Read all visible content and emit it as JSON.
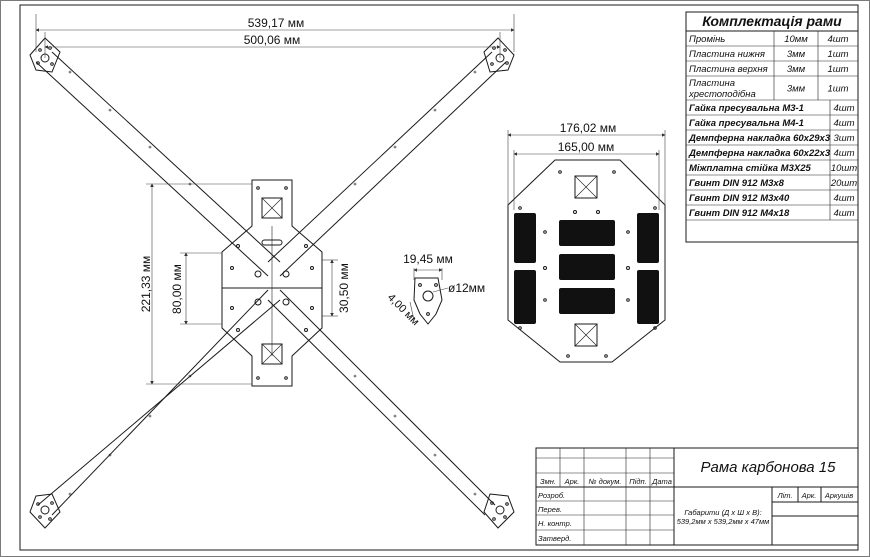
{
  "drawing": {
    "title": "Рама карбонова 15",
    "gabarity": [
      "Габарити (Д х Ш х В):",
      "539,2мм х 539,2мм х 47мм"
    ],
    "dimensions": {
      "outer_width": "539,17 мм",
      "inner_width": "500,06 мм",
      "frame_height": "221,33 мм",
      "center_height": "80,00 мм",
      "small_height": "30,50 мм",
      "plate_outer": "176,02 мм",
      "plate_inner": "165,00 мм",
      "part_width": "19,45 мм",
      "part_hole": "ø12мм",
      "part_angle": "4,00 мм"
    }
  },
  "kit_table": {
    "title": "Комплектація рами",
    "rows": [
      {
        "name": "Промінь",
        "size": "10мм",
        "qty": "4шт"
      },
      {
        "name": "Пластина нижня",
        "size": "3мм",
        "qty": "1шт"
      },
      {
        "name": "Пластина верхня",
        "size": "3мм",
        "qty": "1шт"
      },
      {
        "name": "Пластина хрестоподібна",
        "size": "3мм",
        "qty": "1шт"
      },
      {
        "name": "Гайка пресувальна М3-1",
        "size": "",
        "qty": "4шт"
      },
      {
        "name": "Гайка пресувальна М4-1",
        "size": "",
        "qty": "4шт"
      },
      {
        "name": "Демпферна накладка 60х29х3",
        "size": "",
        "qty": "3шт"
      },
      {
        "name": "Демпферна накладка 60х22х3",
        "size": "",
        "qty": "4шт"
      },
      {
        "name": "Міжплатна стійка М3Х25",
        "size": "",
        "qty": "10шт"
      },
      {
        "name": "Гвинт DIN 912 М3х8",
        "size": "",
        "qty": "20шт"
      },
      {
        "name": "Гвинт DIN 912 М3х40",
        "size": "",
        "qty": "4шт"
      },
      {
        "name": "Гвинт DIN 912 М4х18",
        "size": "",
        "qty": "4шт"
      }
    ]
  },
  "title_block": {
    "headers": [
      "Змн.",
      "Арк.",
      "№ докум.",
      "Підп.",
      "Дата"
    ],
    "roles": [
      "Розроб.",
      "Перев.",
      "Н. контр.",
      "Затверд."
    ],
    "lit_headers": [
      "Літ.",
      "Арк.",
      "Аркушів"
    ]
  }
}
